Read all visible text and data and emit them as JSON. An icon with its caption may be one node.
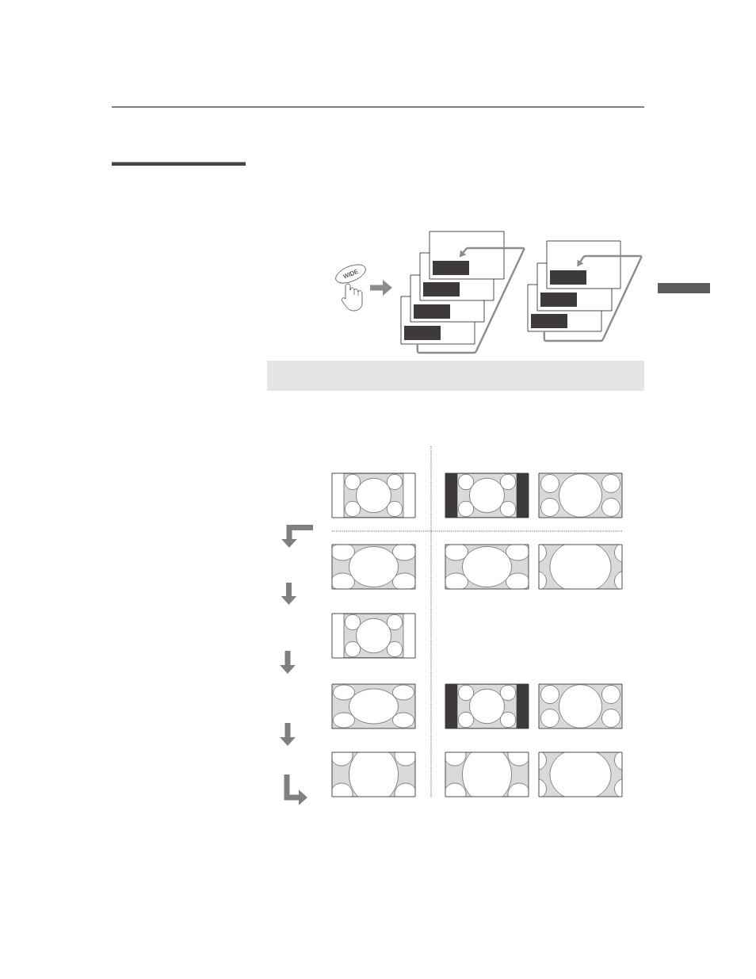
{
  "diagram": {
    "nodes": [
      {
        "text": [
          "WIDE"
        ]
      },
      {
        "text": [],
        "shape": "box"
      },
      {
        "text": [],
        "shape": "box"
      },
      {
        "text": [],
        "shape": "box"
      },
      {
        "text": [],
        "shape": "box"
      },
      {
        "text": [],
        "shape": "box"
      },
      {
        "text": [],
        "shape": "box"
      },
      {
        "text": [],
        "shape": "box"
      }
    ],
    "edges": [
      {
        "from": 0,
        "to": null,
        "arrow": "to",
        "style": "thick"
      },
      {
        "from": 4,
        "to": 1,
        "arrow": "to"
      },
      {
        "from": 7,
        "to": 5,
        "arrow": "to"
      }
    ]
  }
}
